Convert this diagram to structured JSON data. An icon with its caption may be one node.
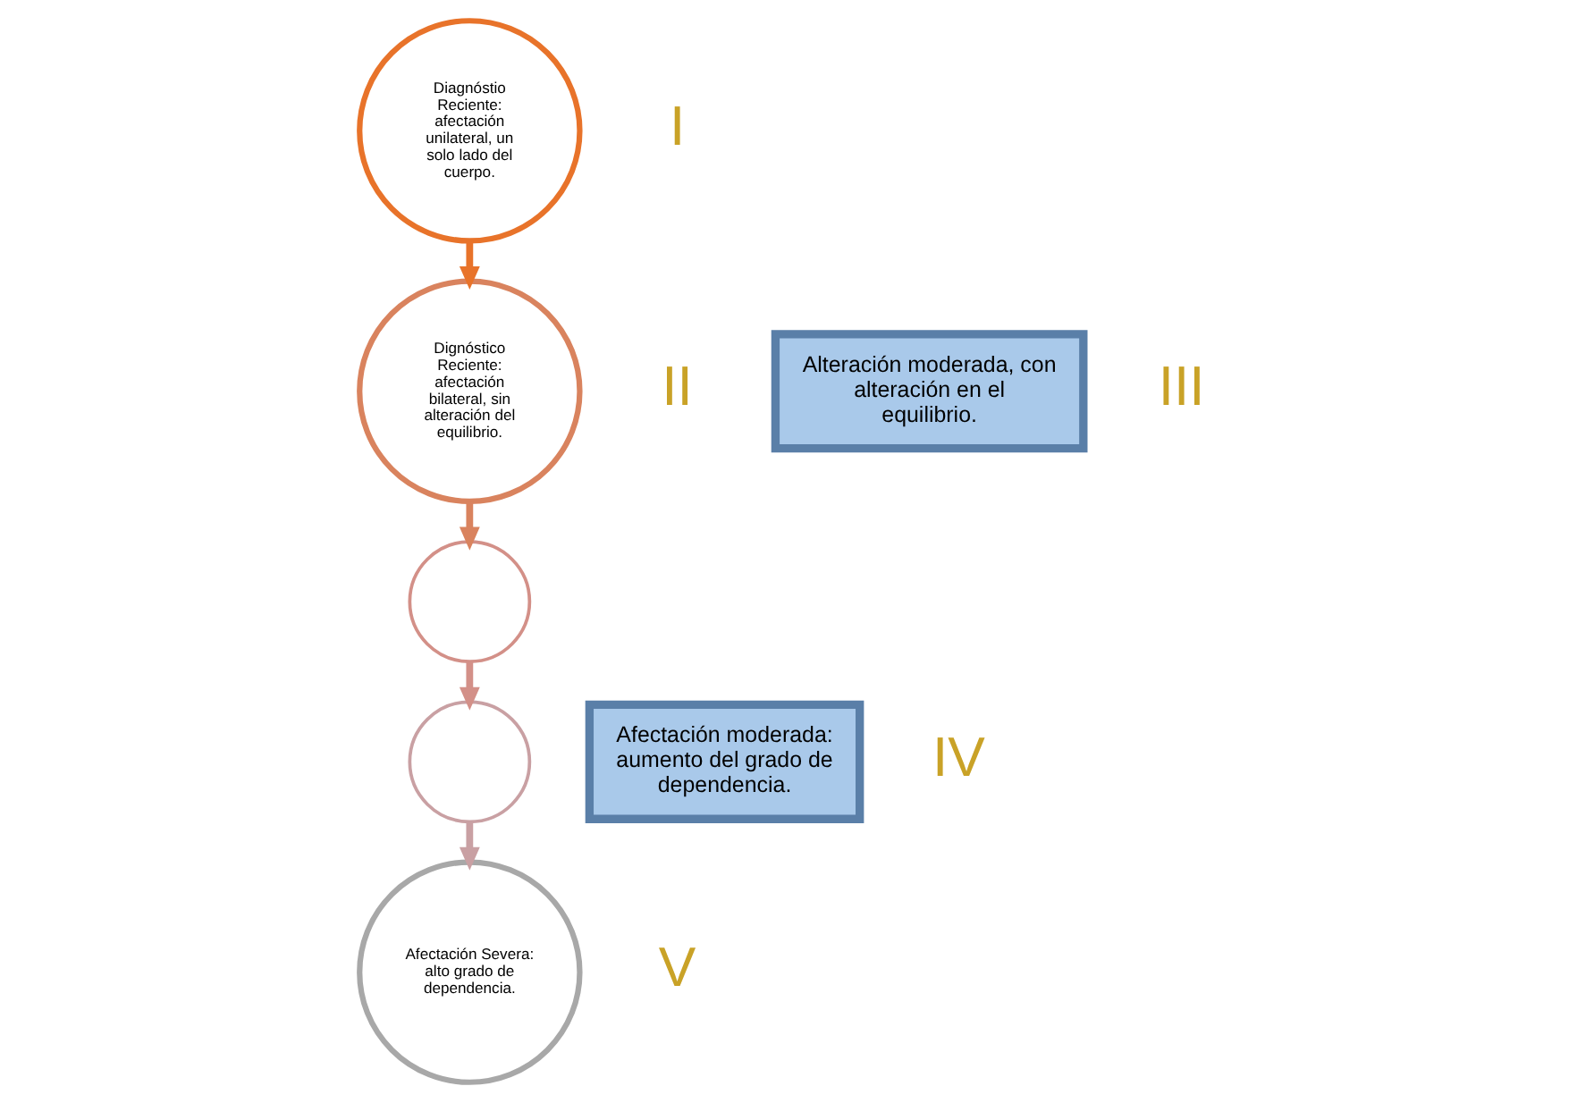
{
  "diagram": {
    "nodes": [
      {
        "text": [
          "Diagnóstio Reciente: afectación unilateral, un solo lado del cuerpo."
        ],
        "beside": [
          "I"
        ]
      },
      {
        "text": [
          "Dignóstico Reciente: afectación bilateral, sin alteración del equilibrio."
        ],
        "beside": [
          "II"
        ]
      },
      {
        "text": [],
        "shape": "circle"
      },
      {
        "text": [
          "Alteración moderada, con alteración en el equilibrio."
        ],
        "beside": [
          "III"
        ]
      },
      {
        "text": [],
        "shape": "circle"
      },
      {
        "text": [
          "Afectación moderada: aumento del grado de dependencia."
        ],
        "beside": [
          "IV"
        ]
      },
      {
        "text": [
          "Afectación Severa: alto grado de dependencia."
        ],
        "beside": [
          "V"
        ]
      }
    ],
    "edges": [
      {
        "from": 0,
        "to": 1,
        "arrow": "to",
        "color": "#e8732a"
      },
      {
        "from": 1,
        "to": 2,
        "arrow": "to",
        "color": "#d9835e"
      },
      {
        "from": 2,
        "to": 4,
        "arrow": "to",
        "color": "#d39088"
      },
      {
        "from": 4,
        "to": 6,
        "arrow": "to",
        "color": "#c9a0a3"
      }
    ]
  }
}
